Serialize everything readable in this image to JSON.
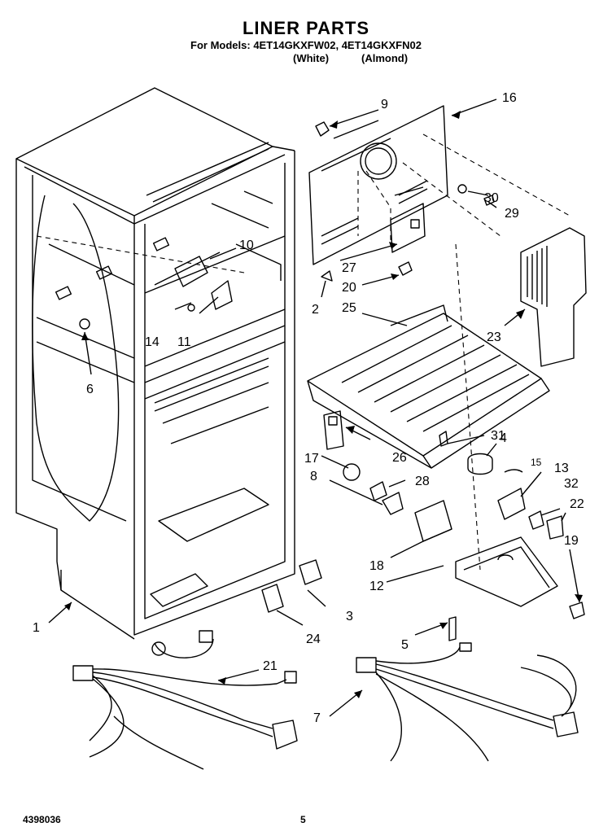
{
  "header": {
    "title": "LINER PARTS",
    "models_line": "For Models: 4ET14GKXFW02, 4ET14GKXFN02",
    "variant_white": "(White)",
    "variant_almond": "(Almond)"
  },
  "footer": {
    "doc_number": "4398036",
    "page_number": "5"
  },
  "callouts": [
    {
      "id": "c1",
      "label": "1"
    },
    {
      "id": "c2",
      "label": "2"
    },
    {
      "id": "c3",
      "label": "3"
    },
    {
      "id": "c4",
      "label": "4"
    },
    {
      "id": "c5",
      "label": "5"
    },
    {
      "id": "c6",
      "label": "6"
    },
    {
      "id": "c7",
      "label": "7"
    },
    {
      "id": "c8",
      "label": "8"
    },
    {
      "id": "c9",
      "label": "9"
    },
    {
      "id": "c10",
      "label": "10"
    },
    {
      "id": "c11",
      "label": "11"
    },
    {
      "id": "c12",
      "label": "12"
    },
    {
      "id": "c13",
      "label": "13"
    },
    {
      "id": "c14",
      "label": "14"
    },
    {
      "id": "c15",
      "label": "15"
    },
    {
      "id": "c16",
      "label": "16"
    },
    {
      "id": "c17",
      "label": "17"
    },
    {
      "id": "c18",
      "label": "18"
    },
    {
      "id": "c19",
      "label": "19"
    },
    {
      "id": "c20",
      "label": "20"
    },
    {
      "id": "c21",
      "label": "21"
    },
    {
      "id": "c22",
      "label": "22"
    },
    {
      "id": "c23",
      "label": "23"
    },
    {
      "id": "c24",
      "label": "24"
    },
    {
      "id": "c25",
      "label": "25"
    },
    {
      "id": "c26",
      "label": "26"
    },
    {
      "id": "c27",
      "label": "27"
    },
    {
      "id": "c28",
      "label": "28"
    },
    {
      "id": "c29",
      "label": "29"
    },
    {
      "id": "c30",
      "label": "30"
    },
    {
      "id": "c31",
      "label": "31"
    },
    {
      "id": "c32",
      "label": "32"
    }
  ]
}
